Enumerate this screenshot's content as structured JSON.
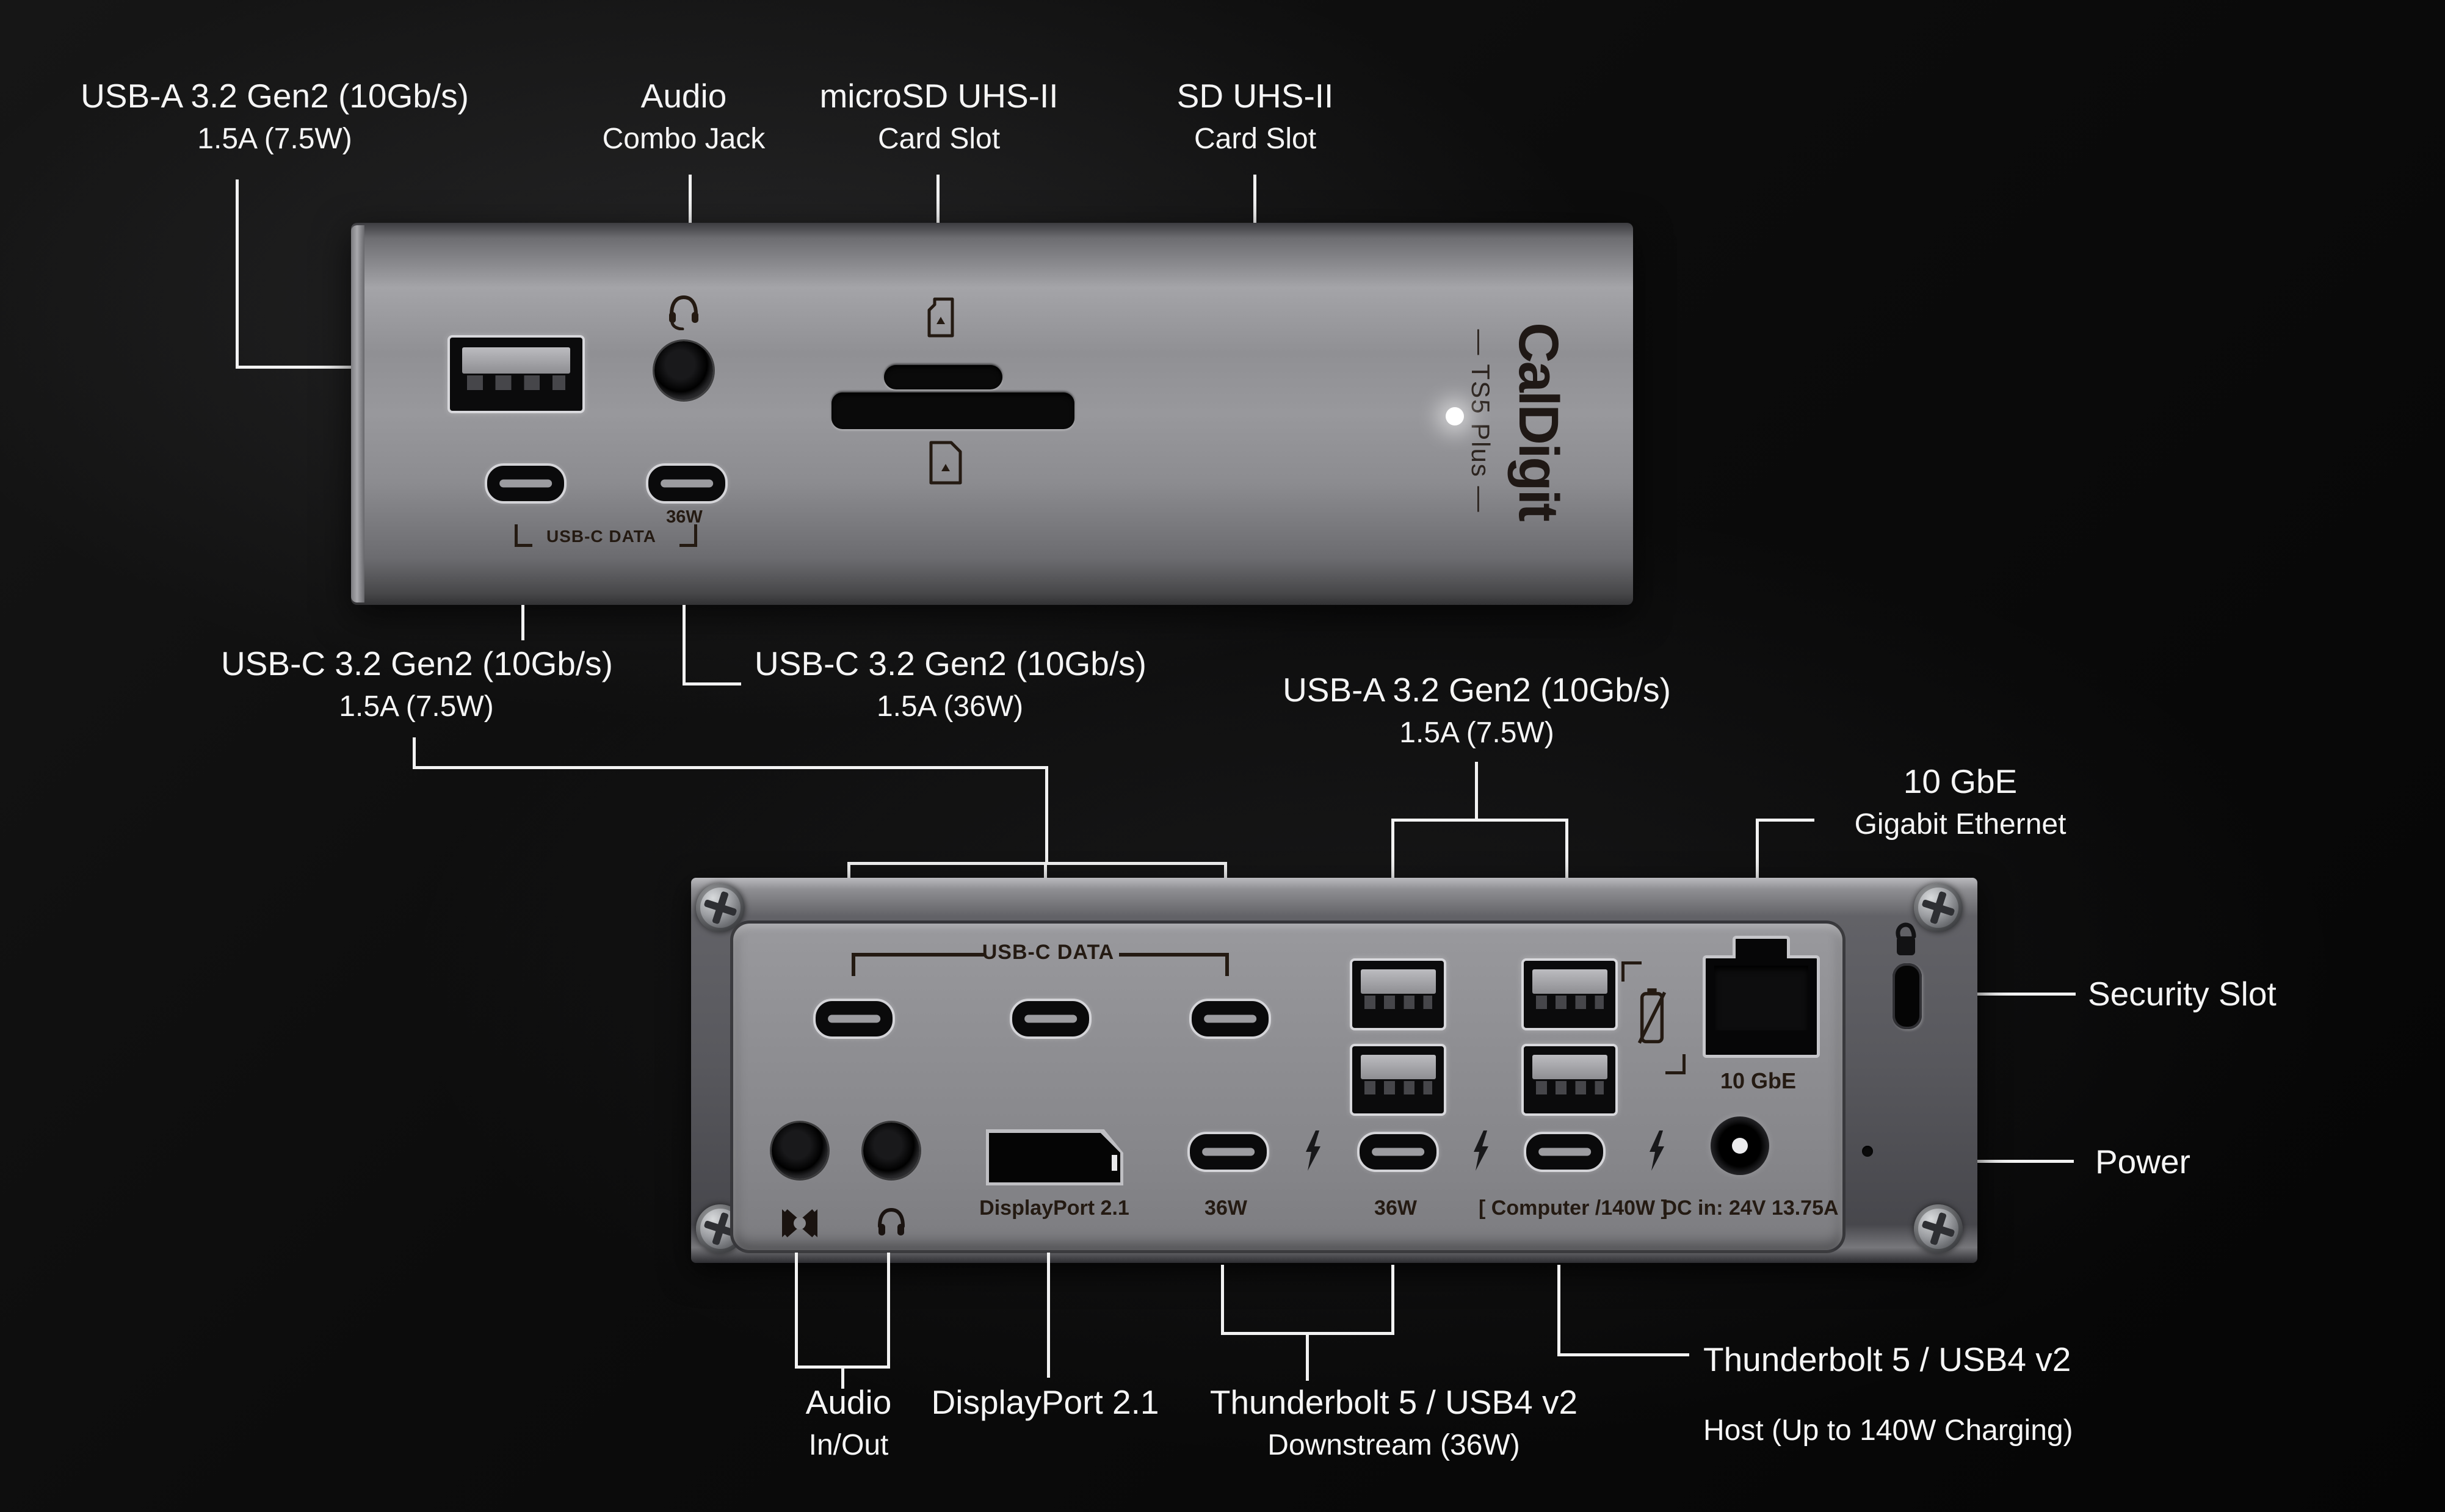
{
  "colors": {
    "background": "#0a0a0a",
    "label_text": "#f5f5f5",
    "leader_line": "#f2f2f2",
    "device_print": "#241a12",
    "panel_gray": "#8c8c90",
    "led": "#ffffff"
  },
  "front_panel": {
    "brand": "CalDigit",
    "model": "— TS5 Plus —",
    "usb_c_power_label": "36W",
    "usb_c_group_label": "USB-C DATA"
  },
  "back_panel": {
    "usb_c_group_label": "USB-C DATA",
    "ethernet_label": "10 GbE",
    "displayport_label": "DisplayPort 2.1",
    "tb_down1_label": "36W",
    "tb_down2_label": "36W",
    "tb_host_label": "[ Computer /140W ]",
    "dc_in_label": "DC in: 24V 13.75A"
  },
  "callouts": {
    "usb_a_front": {
      "line1": "USB-A 3.2 Gen2 (10Gb/s)",
      "line2": "1.5A (7.5W)"
    },
    "audio_combo": {
      "line1": "Audio",
      "line2": "Combo Jack"
    },
    "microsd": {
      "line1": "microSD UHS-II",
      "line2": "Card Slot"
    },
    "sd": {
      "line1": "SD UHS-II",
      "line2": "Card Slot"
    },
    "usb_c_front_1": {
      "line1": "USB-C 3.2 Gen2 (10Gb/s)",
      "line2": "1.5A (7.5W)"
    },
    "usb_c_front_2": {
      "line1": "USB-C 3.2 Gen2 (10Gb/s)",
      "line2": "1.5A (36W)"
    },
    "usb_a_back": {
      "line1": "USB-A 3.2 Gen2 (10Gb/s)",
      "line2": "1.5A (7.5W)"
    },
    "ethernet": {
      "line1": "10 GbE",
      "line2": "Gigabit Ethernet"
    },
    "security": {
      "line1": "Security Slot"
    },
    "power": {
      "line1": "Power"
    },
    "audio_io": {
      "line1": "Audio",
      "line2": "In/Out"
    },
    "displayport": {
      "line1": "DisplayPort 2.1"
    },
    "tb_downstream": {
      "line1": "Thunderbolt 5 / USB4 v2",
      "line2": "Downstream (36W)"
    },
    "tb_host": {
      "line1": "Thunderbolt 5 / USB4 v2",
      "line2": "Host (Up to 140W Charging)"
    }
  },
  "icons": [
    "headset-icon",
    "microsd-card-icon",
    "sd-card-icon",
    "audio-inout-icon",
    "headphones-icon",
    "battery-charging-disabled-icon",
    "unlock-icon",
    "thunderbolt-icon",
    "screw-icon",
    "power-led",
    "kensington-slot"
  ]
}
